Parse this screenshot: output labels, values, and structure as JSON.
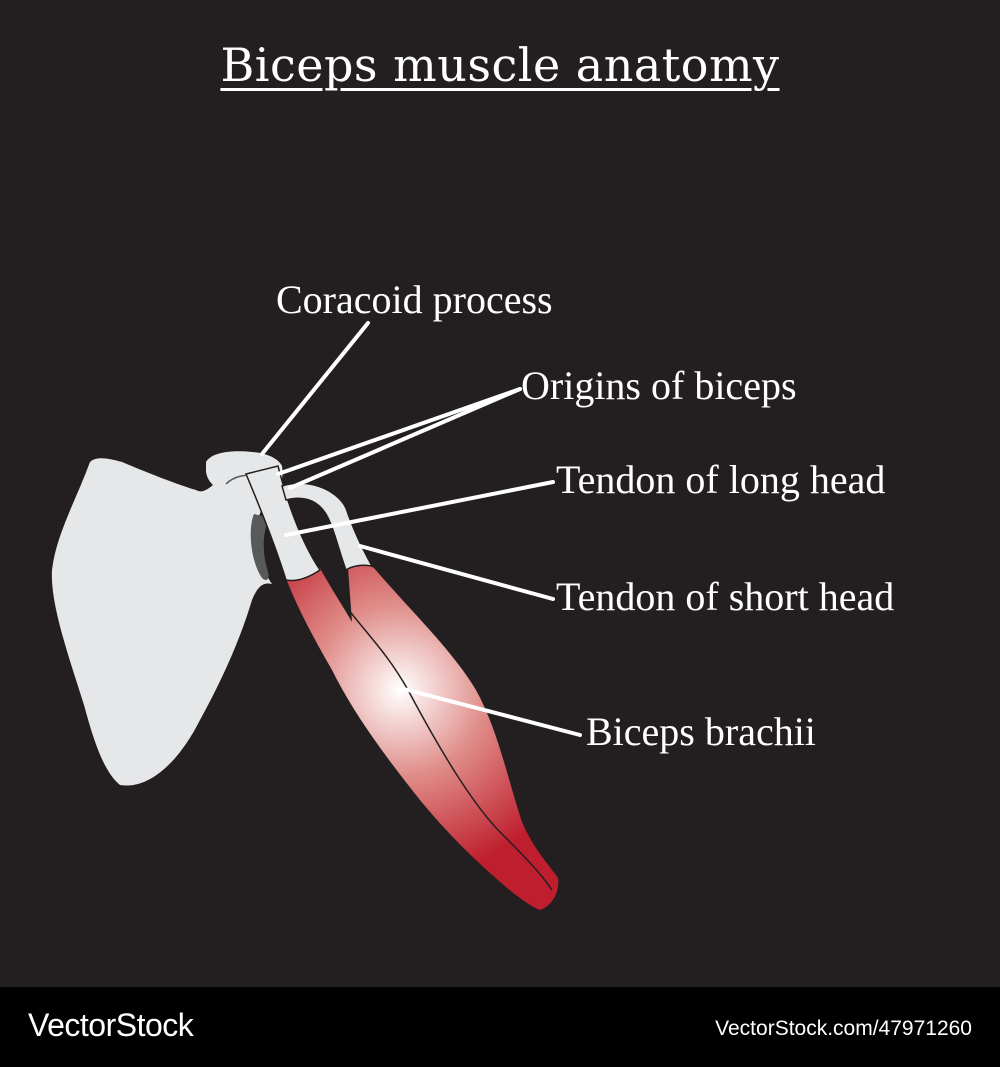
{
  "title": "Biceps muscle anatomy",
  "labels": {
    "coracoid": "Coracoid process",
    "origins": "Origins of biceps",
    "tendon_long": "Tendon of long head",
    "tendon_short": "Tendon of short head",
    "brachii": "Biceps brachii"
  },
  "footer": {
    "brand": "VectorStock",
    "url": "VectorStock.com/47971260"
  },
  "colors": {
    "background": "#231f20",
    "bone": "#e6e7e8",
    "muscle": "#be1e2d",
    "label_text": "#ffffff"
  }
}
